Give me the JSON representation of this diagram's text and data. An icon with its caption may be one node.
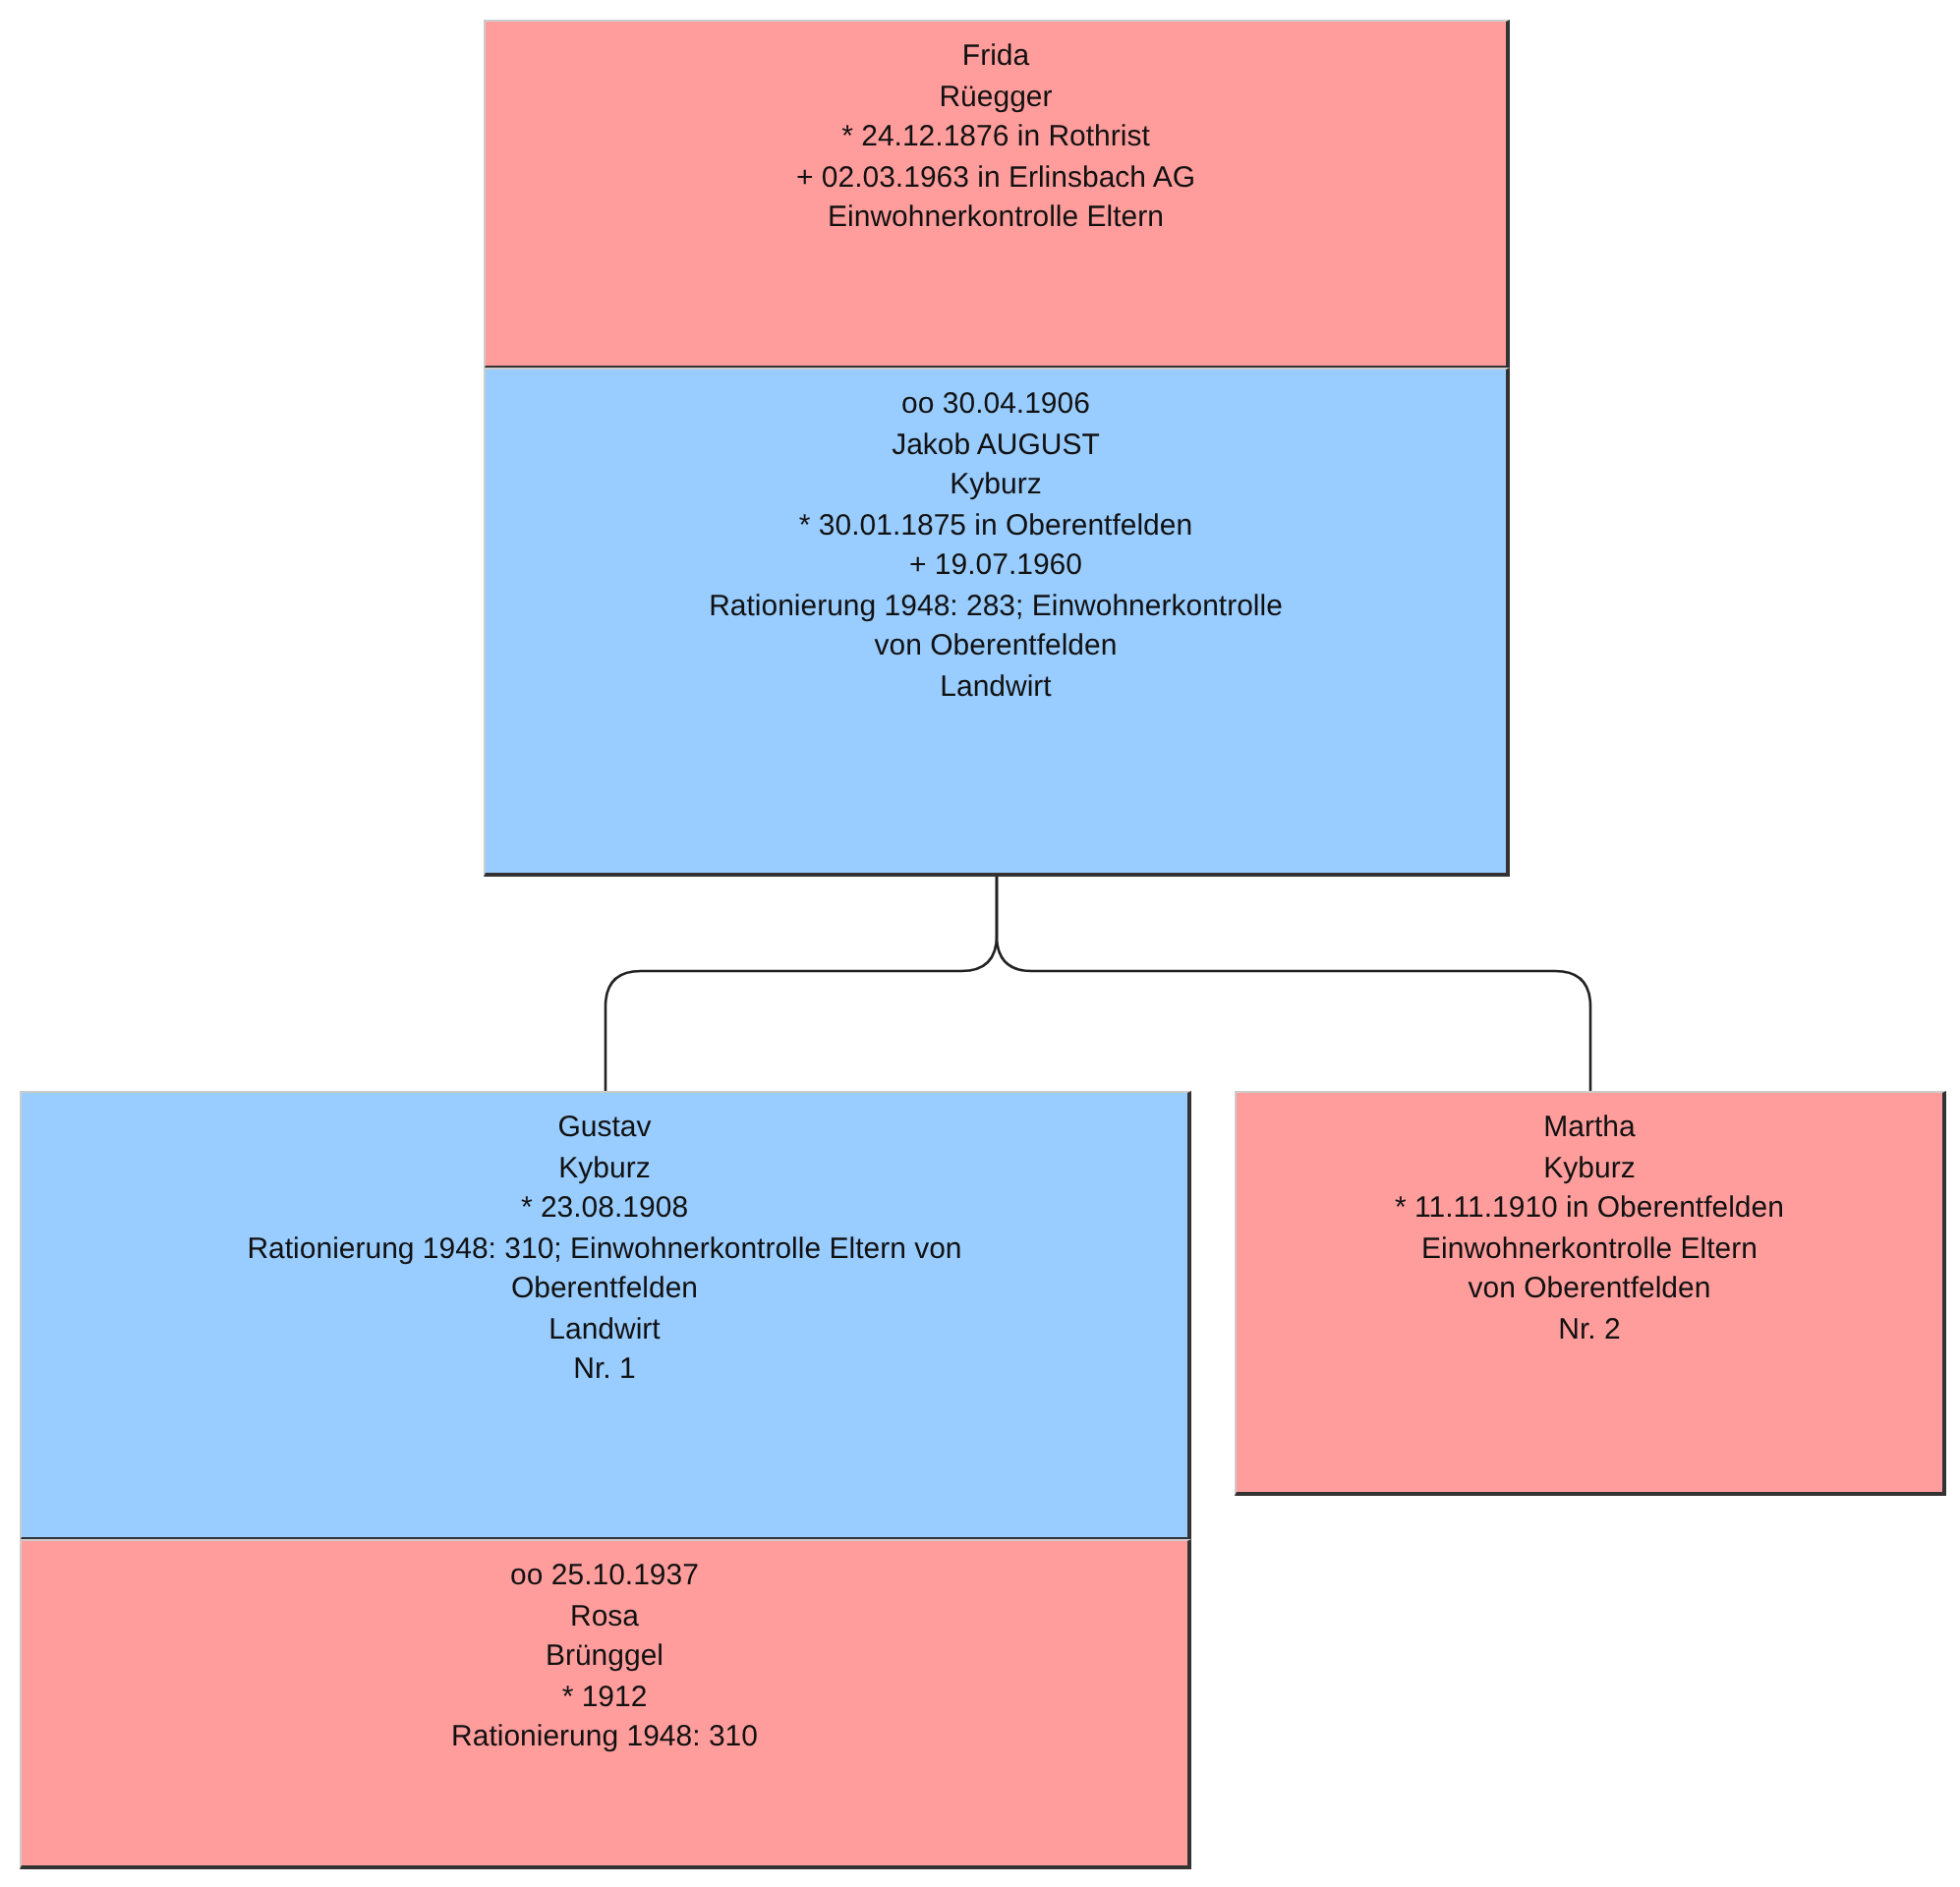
{
  "diagram": {
    "nodes": [
      {
        "text": [
          "Frida",
          "Rüegger",
          "* 24.12.1876 in Rothrist",
          "+ 02.03.1963 in Erlinsbach AG",
          "Einwohnerkontrolle Eltern"
        ]
      },
      {
        "text": [
          "oo 30.04.1906",
          "Jakob AUGUST",
          "Kyburz",
          "* 30.01.1875 in Oberentfelden",
          "+ 19.07.1960",
          "Rationierung 1948: 283; Einwohnerkontrolle von Oberentfelden",
          "Landwirt"
        ]
      },
      {
        "text": [
          "Gustav",
          "Kyburz",
          "* 23.08.1908",
          "Rationierung 1948: 310; Einwohnerkontrolle Eltern von Oberentfelden",
          "Landwirt",
          "Nr. 1"
        ]
      },
      {
        "text": [
          "Martha",
          "Kyburz",
          "* 11.11.1910 in Oberentfelden",
          "Einwohnerkontrolle Eltern",
          "von Oberentfelden",
          "Nr. 2"
        ]
      },
      {
        "text": [
          "oo 25.10.1937",
          "Rosa",
          "Brünggel",
          "* 1912",
          "Rationierung 1948: 310"
        ]
      }
    ],
    "edges": [
      {
        "from": 1,
        "to": 2,
        "arrow": "none"
      },
      {
        "from": 1,
        "to": 3,
        "arrow": "none"
      }
    ]
  }
}
